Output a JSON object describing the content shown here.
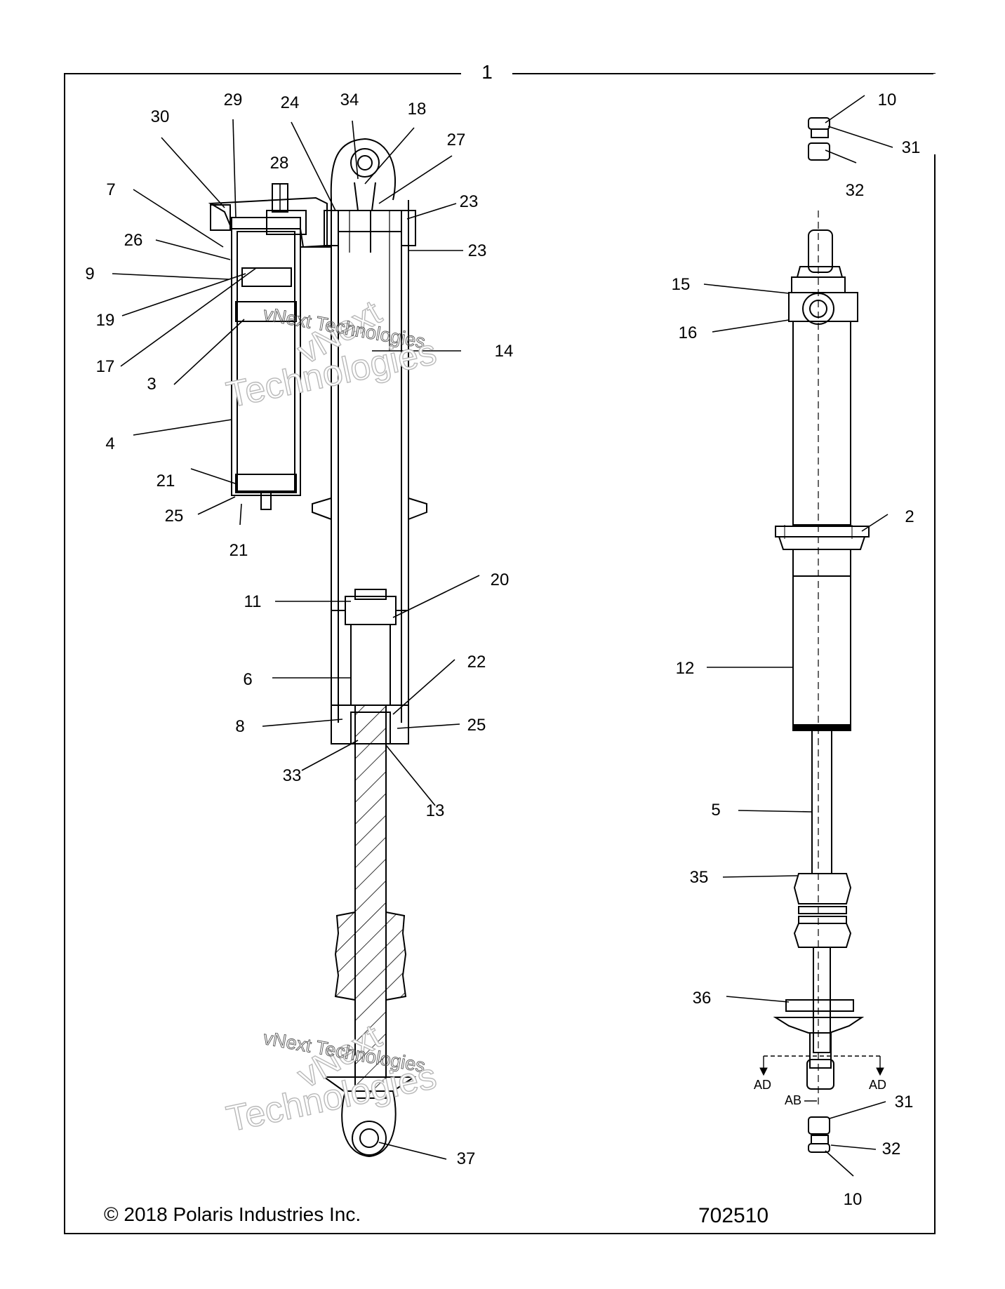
{
  "diagram": {
    "assembly_number": "1",
    "copyright": "© 2018 Polaris Industries Inc.",
    "part_number": "702510",
    "watermark": {
      "line1": "vNext",
      "line2": "vNext Technologies",
      "line3": "Technologies"
    },
    "section_markers": {
      "ad": "AD",
      "ab": "AB"
    },
    "callouts_left": [
      "29",
      "30",
      "24",
      "34",
      "18",
      "27",
      "28",
      "7",
      "23",
      "26",
      "23",
      "9",
      "19",
      "17",
      "3",
      "14",
      "4",
      "21",
      "25",
      "21",
      "11",
      "20",
      "6",
      "22",
      "8",
      "25",
      "33",
      "13",
      "37"
    ],
    "callouts_right": [
      "10",
      "31",
      "32",
      "15",
      "16",
      "2",
      "12",
      "5",
      "35",
      "36",
      "31",
      "32",
      "10"
    ]
  }
}
